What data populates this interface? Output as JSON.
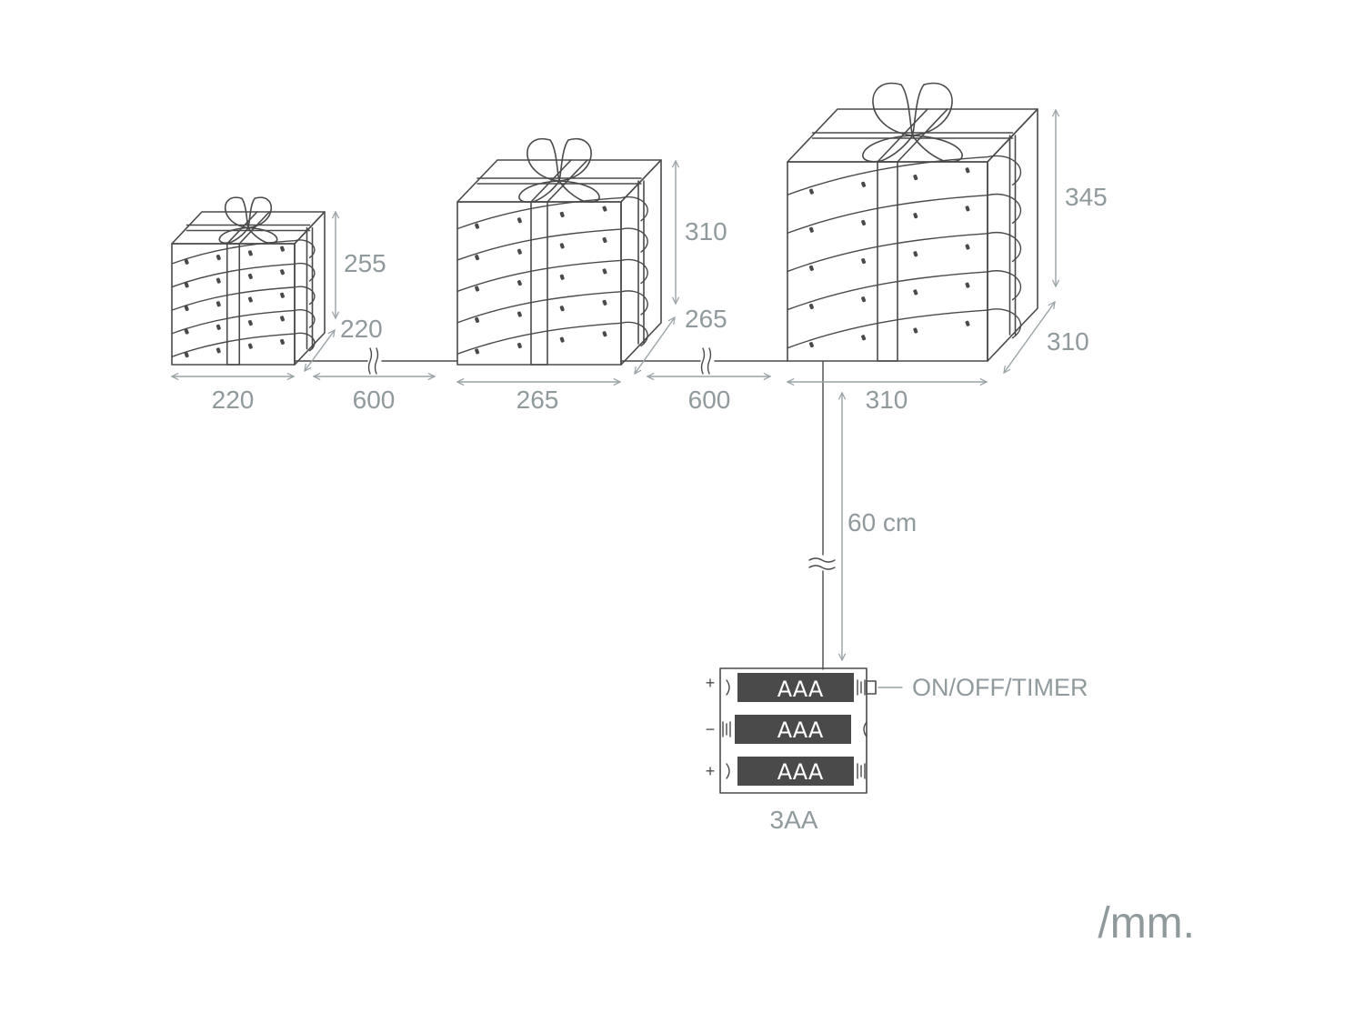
{
  "boxes": [
    {
      "width": "220",
      "depth": "220",
      "height": "255"
    },
    {
      "width": "265",
      "depth": "265",
      "height": "310"
    },
    {
      "width": "310",
      "depth": "310",
      "height": "345"
    }
  ],
  "spacing": {
    "gap1": "600",
    "gap2": "600"
  },
  "cable": {
    "length": "60 cm"
  },
  "battery": {
    "cells": [
      "AAA",
      "AAA",
      "AAA"
    ],
    "polarity": [
      "+",
      "−",
      "+"
    ],
    "type": "3AA",
    "switch_label": "ON/OFF/TIMER"
  },
  "unit": "/mm.",
  "colors": {
    "ink": "#4a4a4a",
    "dimension": "#909a9d",
    "battery_fill": "#4a4a4a"
  }
}
